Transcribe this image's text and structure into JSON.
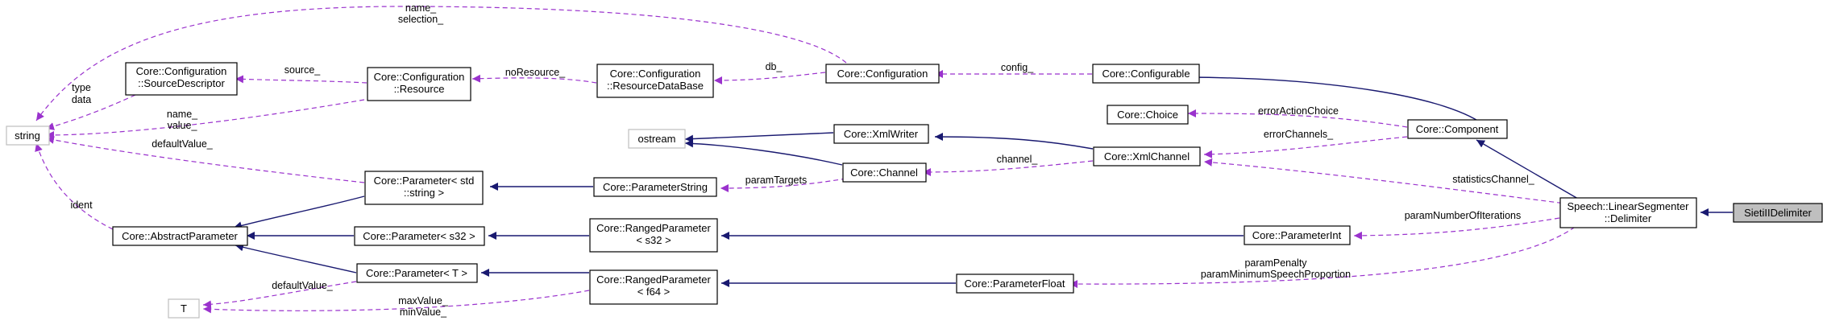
{
  "colors": {
    "inheritance_edge": "#191970",
    "usage_edge": "#9a32cd",
    "external_node_border": "#bfbfbf",
    "highlight_node_fill": "#bfbfbf"
  },
  "nodes": {
    "string": [
      "string"
    ],
    "source_descriptor": [
      "Core::Configuration",
      "::SourceDescriptor"
    ],
    "resource": [
      "Core::Configuration",
      "::Resource"
    ],
    "resource_db": [
      "Core::Configuration",
      "::ResourceDataBase"
    ],
    "configuration": [
      "Core::Configuration"
    ],
    "configurable": [
      "Core::Configurable"
    ],
    "choice": [
      "Core::Choice"
    ],
    "component": [
      "Core::Component"
    ],
    "ostream": [
      "ostream"
    ],
    "xml_writer": [
      "Core::XmlWriter"
    ],
    "xml_channel": [
      "Core::XmlChannel"
    ],
    "channel": [
      "Core::Channel"
    ],
    "param_string": [
      "Core::ParameterString"
    ],
    "param_std_string": [
      "Core::Parameter< std",
      "::string >"
    ],
    "abstract_param": [
      "Core::AbstractParameter"
    ],
    "param_s32": [
      "Core::Parameter< s32 >"
    ],
    "ranged_s32": [
      "Core::RangedParameter",
      "< s32 >"
    ],
    "param_int": [
      "Core::ParameterInt"
    ],
    "delimiter": [
      "Speech::LinearSegmenter",
      "::Delimiter"
    ],
    "siet_delimiter": [
      "SietiIIDelimiter"
    ],
    "param_t": [
      "Core::Parameter< T >"
    ],
    "ranged_f64": [
      "Core::RangedParameter",
      "< f64 >"
    ],
    "param_float": [
      "Core::ParameterFloat"
    ],
    "t": [
      "T"
    ]
  },
  "edge_labels": {
    "name_selection": [
      "name_",
      "selection_"
    ],
    "type_data": [
      "type",
      "data"
    ],
    "source": [
      "source_"
    ],
    "no_resource": [
      "noResource_"
    ],
    "db": [
      "db_"
    ],
    "config": [
      "config_"
    ],
    "name_value": [
      "name_",
      "value_"
    ],
    "default_value_top": [
      "defaultValue_"
    ],
    "ident": [
      "ident"
    ],
    "error_action_choice": [
      "errorActionChoice"
    ],
    "error_channels": [
      "errorChannels_"
    ],
    "channel": [
      "channel_"
    ],
    "param_targets": [
      "paramTargets"
    ],
    "statistics_channel": [
      "statisticsChannel_"
    ],
    "param_number_of_iterations": [
      "paramNumberOfIterations"
    ],
    "param_penalty": [
      "paramPenalty",
      "paramMinimumSpeechProportion"
    ],
    "default_value_bottom": [
      "defaultValue_"
    ],
    "max_min_value": [
      "maxValue_",
      "minValue_"
    ]
  }
}
